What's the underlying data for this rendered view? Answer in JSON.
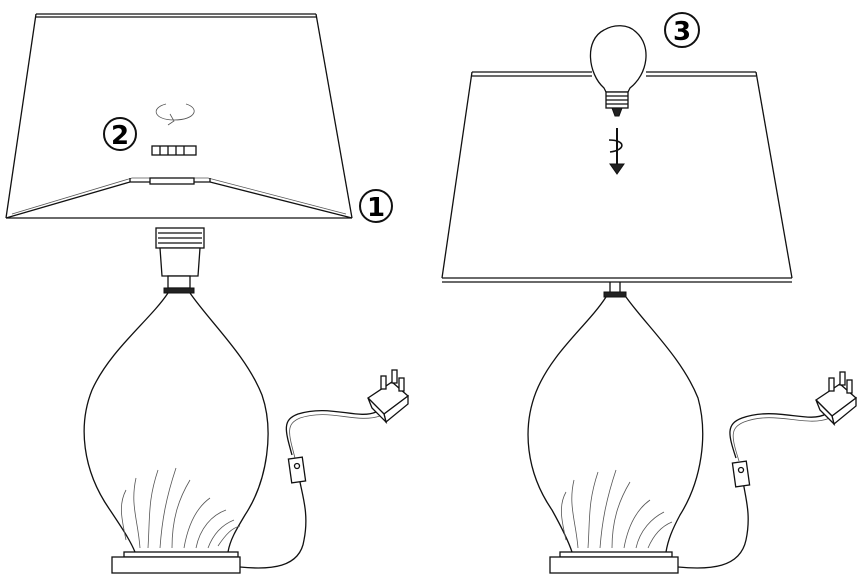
{
  "steps": [
    {
      "number": "1"
    },
    {
      "number": "2"
    },
    {
      "number": "3"
    }
  ],
  "colors": {
    "line": "#111111",
    "background": "#ffffff"
  }
}
